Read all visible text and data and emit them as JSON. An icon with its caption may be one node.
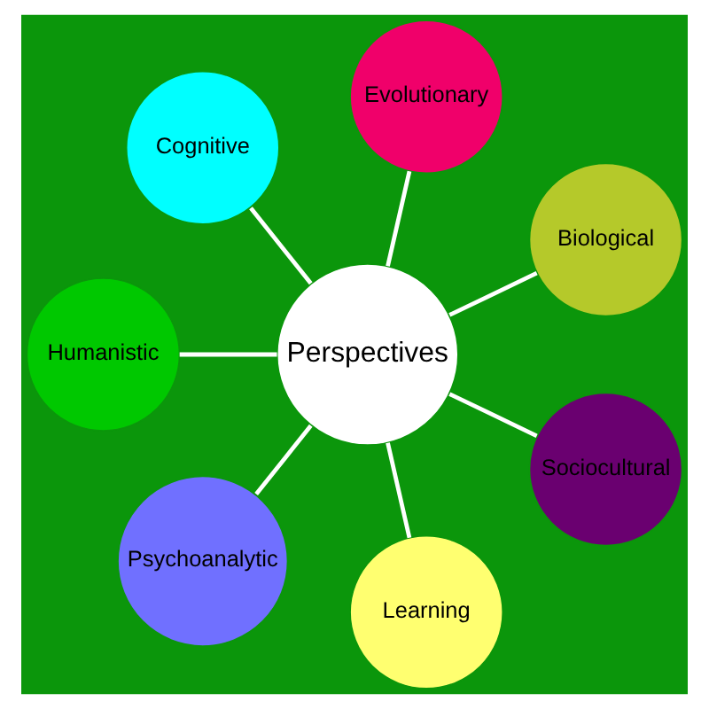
{
  "diagram": {
    "nodes": [
      {
        "text": [
          "Perspectives"
        ]
      },
      {
        "text": [
          "Biological"
        ]
      },
      {
        "text": [
          "Evolutionary"
        ]
      },
      {
        "text": [
          "Cognitive"
        ]
      },
      {
        "text": [
          "Humanistic"
        ]
      },
      {
        "text": [
          "Psychoanalytic"
        ]
      },
      {
        "text": [
          "Learning"
        ]
      },
      {
        "text": [
          "Sociocultural"
        ]
      }
    ],
    "edges": [
      {
        "from": 0,
        "to": 1,
        "arrow": "none"
      },
      {
        "from": 0,
        "to": 2,
        "arrow": "none"
      },
      {
        "from": 0,
        "to": 3,
        "arrow": "none"
      },
      {
        "from": 0,
        "to": 4,
        "arrow": "none"
      },
      {
        "from": 0,
        "to": 5,
        "arrow": "none"
      },
      {
        "from": 0,
        "to": 6,
        "arrow": "none"
      },
      {
        "from": 0,
        "to": 7,
        "arrow": "none"
      }
    ]
  }
}
